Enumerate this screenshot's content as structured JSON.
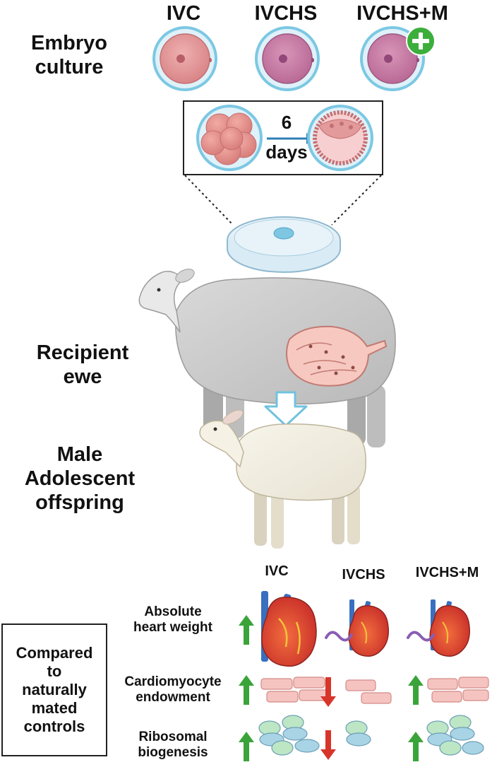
{
  "top": {
    "groups": [
      "IVC",
      "IVCHS",
      "IVCHS+M"
    ],
    "embryo_culture": [
      "Embryo",
      "culture"
    ]
  },
  "zoom": {
    "duration_number": "6",
    "duration_unit": "days"
  },
  "stages": {
    "recipient": [
      "Recipient",
      "ewe"
    ],
    "offspring": [
      "Male",
      "Adolescent",
      "offspring"
    ]
  },
  "results": {
    "groups": [
      "IVC",
      "IVCHS",
      "IVCHS+M"
    ],
    "comparison_box": [
      "Compared",
      "to",
      "naturally",
      "mated",
      "controls"
    ],
    "rows": [
      {
        "label": [
          "Absolute",
          "heart weight"
        ],
        "effects": [
          "up",
          "similar",
          "similar"
        ]
      },
      {
        "label": [
          "Cardiomyocyte",
          "endowment"
        ],
        "effects": [
          "up",
          "down",
          "up"
        ]
      },
      {
        "label": [
          "Ribosomal",
          "biogenesis"
        ],
        "effects": [
          "up",
          "down",
          "up"
        ]
      }
    ]
  },
  "colors": {
    "up": "#3aa43a",
    "down": "#d8352a",
    "similar": "#8a5db3",
    "flow_arrow": "#6fc3df",
    "zona": "#7cc8e3",
    "ivc_embryo": "#e39a9b",
    "ivchs_embryo": "#c47aa3",
    "plus_badge": "#3cae3c"
  }
}
